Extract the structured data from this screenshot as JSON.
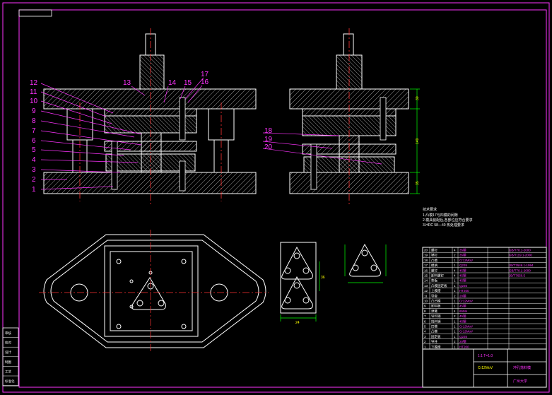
{
  "colors": {
    "background": "#000000",
    "frame": "#ff33ff",
    "outline": "#ffffff",
    "centerline": "#ff3333",
    "dimension": "#00ff00",
    "leader": "#ff33ff",
    "text_yellow": "#ffff00",
    "hatch": "#ffffff"
  },
  "part_labels_left": [
    "12",
    "11",
    "10",
    "9",
    "8",
    "7",
    "6",
    "5",
    "4",
    "3",
    "2",
    "1"
  ],
  "part_labels_top": [
    "13",
    "14",
    "15",
    "17",
    "16"
  ],
  "part_labels_right_view": [
    "18",
    "19",
    "20"
  ],
  "dimensions": {
    "plate_width": "24",
    "plate_height": "36",
    "side_1": "30",
    "side_2": "149",
    "side_3": "35"
  },
  "notes": {
    "heading": "技术要求",
    "items": [
      "1.凸模17与凹模的间隙",
      "2.模具装配后,各部位应符合要求",
      "3.HRC 58—40 热处理要求"
    ]
  },
  "title_block": {
    "scale": "1:1 T=1.0",
    "material": "Cr12MoV",
    "drawing_name": "冲孔落料模",
    "stamp": "广州大学"
  },
  "bom_rows": [
    {
      "no": "20",
      "name": "螺钉",
      "qty": "4",
      "material": "35钢",
      "note": "GB/T70.1-2000"
    },
    {
      "no": "19",
      "name": "销钉",
      "qty": "2",
      "material": "35钢",
      "note": "GB/T119.1-2000"
    },
    {
      "no": "18",
      "name": "凸模",
      "qty": "1",
      "material": "Cr12MoV",
      "note": ""
    },
    {
      "no": "17",
      "name": "模柄",
      "qty": "1",
      "material": "Q235",
      "note": "JB/T7646.1-1994"
    },
    {
      "no": "16",
      "name": "螺钉",
      "qty": "4",
      "material": "45钢",
      "note": "GB/T70.1-2000"
    },
    {
      "no": "15",
      "name": "卸料螺钉",
      "qty": "4",
      "material": "45钢",
      "note": "JB/T7650.5"
    },
    {
      "no": "14",
      "name": "垫板",
      "qty": "1",
      "material": "45钢",
      "note": ""
    },
    {
      "no": "13",
      "name": "凸模固定板",
      "qty": "1",
      "material": "Q235",
      "note": ""
    },
    {
      "no": "12",
      "name": "上模座",
      "qty": "1",
      "material": "HT200",
      "note": ""
    },
    {
      "no": "11",
      "name": "导套",
      "qty": "2",
      "material": "20钢",
      "note": ""
    },
    {
      "no": "10",
      "name": "凸凹模",
      "qty": "1",
      "material": "Cr12MoV",
      "note": ""
    },
    {
      "no": "9",
      "name": "卸料板",
      "qty": "1",
      "material": "45钢",
      "note": ""
    },
    {
      "no": "8",
      "name": "弹簧",
      "qty": "4",
      "material": "65Mn",
      "note": ""
    },
    {
      "no": "7",
      "name": "导料销",
      "qty": "2",
      "material": "45钢",
      "note": ""
    },
    {
      "no": "6",
      "name": "挡料销",
      "qty": "1",
      "material": "45钢",
      "note": ""
    },
    {
      "no": "5",
      "name": "凹模",
      "qty": "1",
      "material": "Cr12MoV",
      "note": ""
    },
    {
      "no": "4",
      "name": "凸模",
      "qty": "1",
      "material": "Cr12MoV",
      "note": ""
    },
    {
      "no": "3",
      "name": "固定板",
      "qty": "1",
      "material": "Q235",
      "note": ""
    },
    {
      "no": "2",
      "name": "导柱",
      "qty": "2",
      "material": "20钢",
      "note": ""
    },
    {
      "no": "1",
      "name": "下模座",
      "qty": "1",
      "material": "HT200",
      "note": ""
    }
  ],
  "stamp_left": [
    "审核",
    "校对",
    "设计",
    "制图",
    "工艺",
    "标准化"
  ]
}
